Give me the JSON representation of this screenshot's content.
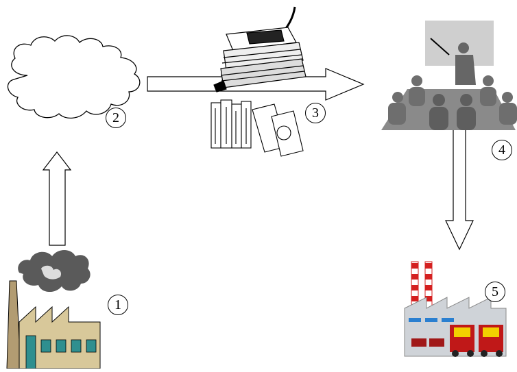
{
  "diagram": {
    "steps": [
      {
        "id": "1",
        "label": "1",
        "icon": "factory-smoke-icon"
      },
      {
        "id": "2",
        "label": "2",
        "icon": "cloud-icon"
      },
      {
        "id": "3",
        "label": "3",
        "icon": "documents-books-icon"
      },
      {
        "id": "4",
        "label": "4",
        "icon": "presentation-meeting-icon"
      },
      {
        "id": "5",
        "label": "5",
        "icon": "factory-trucks-icon"
      }
    ],
    "arrows": [
      {
        "from": "1",
        "to": "2",
        "direction": "up"
      },
      {
        "from": "2",
        "to": "4",
        "direction": "right"
      },
      {
        "from": "4",
        "to": "5",
        "direction": "down"
      }
    ],
    "colors": {
      "outline": "#000000",
      "smoke": "#5a5a5a",
      "factory_wall": "#d8c89a",
      "factory_accent": "#2f8f8f",
      "chimney_red": "#d42020",
      "meeting_people": "#6e6e6e",
      "meeting_table": "#8a8a8a",
      "screen": "#cfcfcf",
      "truck_yellow": "#f2d000",
      "truck_red": "#c01818",
      "belt_blue": "#2a7fd0"
    }
  }
}
